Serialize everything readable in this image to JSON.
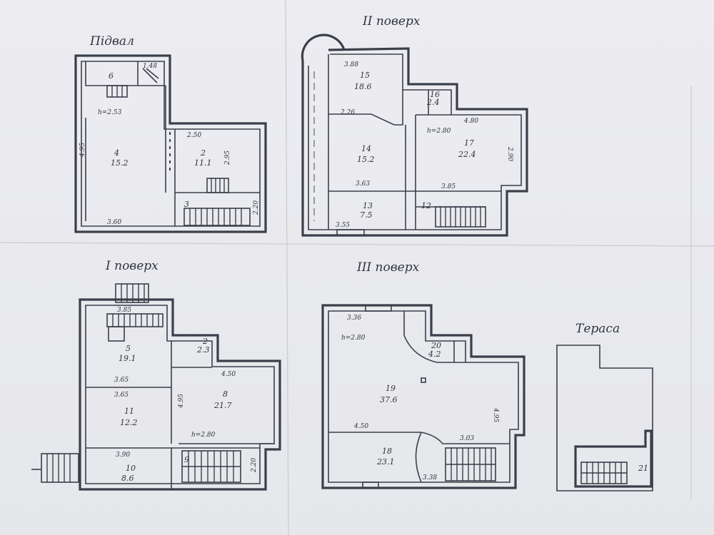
{
  "plans": {
    "basement": {
      "title": "Підвал",
      "height_note": "h=2.53",
      "rooms": [
        {
          "no": "6",
          "area": ""
        },
        {
          "no": "4",
          "area": "15.2"
        },
        {
          "no": "2",
          "area": "11.1"
        },
        {
          "no": "3",
          "area": ""
        }
      ],
      "dims": [
        "1.48",
        "2.50",
        "4.95",
        "2.95",
        "3.60",
        "2.20"
      ]
    },
    "floor1": {
      "title": "I поверх",
      "height_note": "h=2.80",
      "rooms": [
        {
          "no": "5",
          "area": "19.1"
        },
        {
          "no": "2",
          "area": "2.3"
        },
        {
          "no": "8",
          "area": "21.7"
        },
        {
          "no": "11",
          "area": "12.2"
        },
        {
          "no": "10",
          "area": "8.6"
        },
        {
          "no": "9",
          "area": ""
        }
      ],
      "dims": [
        "3.85",
        "3.65",
        "3.65",
        "4.50",
        "4.95",
        "3.90",
        "2.20"
      ]
    },
    "floor2": {
      "title": "II поверх",
      "height_note": "h=2.80",
      "rooms": [
        {
          "no": "15",
          "area": "18.6"
        },
        {
          "no": "16",
          "area": "2.4"
        },
        {
          "no": "14",
          "area": "15.2"
        },
        {
          "no": "17",
          "area": "22.4"
        },
        {
          "no": "13",
          "area": "7.5"
        },
        {
          "no": "12",
          "area": ""
        }
      ],
      "dims": [
        "3.88",
        "2.26",
        "3.63",
        "3.85",
        "4.80",
        "3.55",
        "2.90"
      ]
    },
    "floor3": {
      "title": "III поверх",
      "height_note": "h=2.80",
      "rooms": [
        {
          "no": "19",
          "area": "37.6"
        },
        {
          "no": "20",
          "area": "4.2"
        },
        {
          "no": "18",
          "area": "23.1"
        }
      ],
      "dims": [
        "3.36",
        "4.50",
        "3.03",
        "3.38",
        "4.95"
      ]
    },
    "terrace": {
      "title": "Тераса",
      "rooms": [
        {
          "no": "21",
          "area": ""
        }
      ]
    }
  }
}
